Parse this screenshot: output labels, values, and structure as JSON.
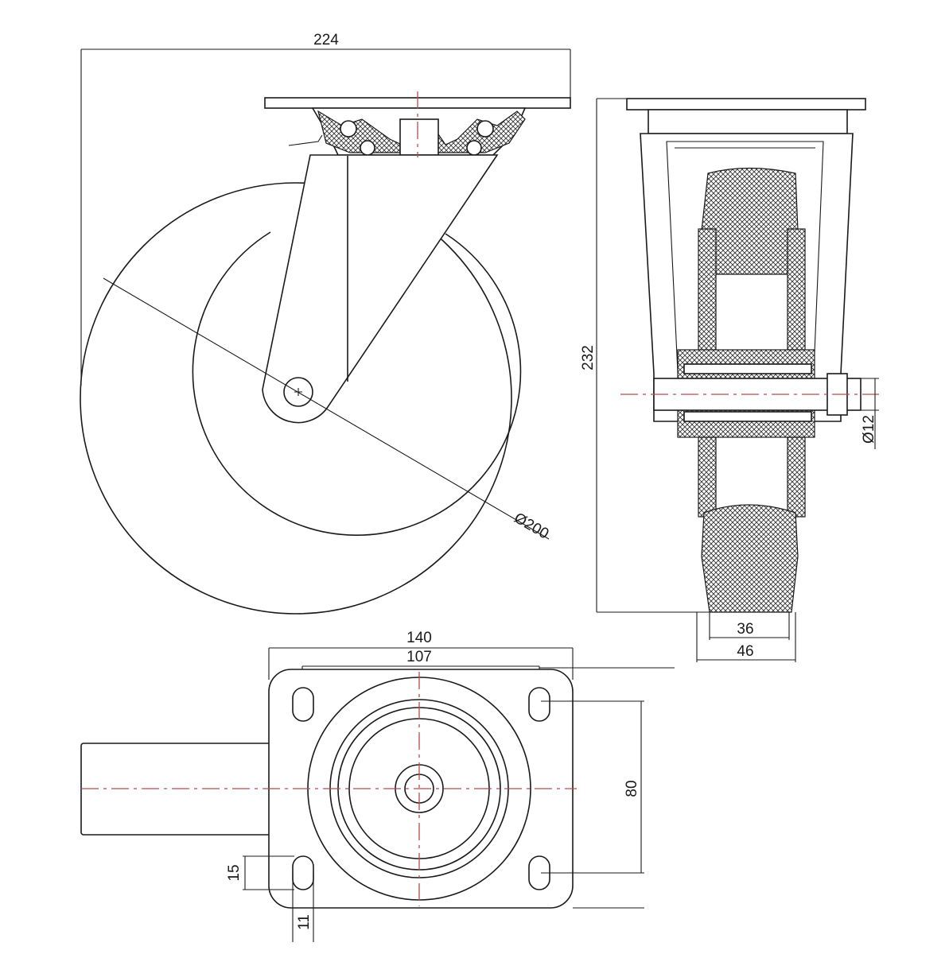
{
  "dimensions": {
    "overall_width": "224",
    "overall_height": "232",
    "wheel_diameter": "Ø200",
    "axle_diameter": "Ø12",
    "tread_width": "36",
    "wheel_width": "46",
    "plate_width": "140",
    "bolt_spacing_x": "107",
    "bolt_spacing_y": "80",
    "slot_length": "15",
    "slot_width": "11"
  }
}
